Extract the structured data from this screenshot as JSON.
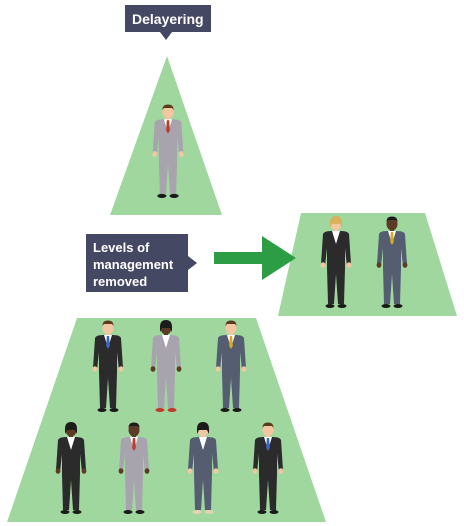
{
  "labels": {
    "delayering": "Delayering",
    "levels_line1": "Levels of",
    "levels_line2": "management",
    "levels_line3": "removed"
  },
  "colors": {
    "shape_fill": "#9fd79f",
    "callout_fill": "#454862",
    "arrow_fill": "#2d9d45",
    "skin_light": "#f2c6a0",
    "skin_dark": "#5b3a26",
    "suit_grey": "#a8a4ae",
    "suit_blue": "#555e70",
    "suit_black": "#2b2b2b"
  },
  "people": [
    {
      "id": "top-person",
      "suit": "#a8a4ae",
      "skin": "#f2c6a0",
      "hair": "#5a3a1c",
      "tie": "#c0392b"
    },
    {
      "id": "right-person-1",
      "suit": "#2b2b2b",
      "skin": "#f2c6a0",
      "hair": "#d8b25c",
      "tie": "",
      "female": true
    },
    {
      "id": "right-person-2",
      "suit": "#555e70",
      "skin": "#5b3a26",
      "hair": "#1c1c1c",
      "tie": "#d9a72a"
    },
    {
      "id": "base-person-1",
      "suit": "#2b2b2b",
      "skin": "#f2c6a0",
      "hair": "#5a3a1c",
      "tie": "#3a67c4"
    },
    {
      "id": "base-person-2",
      "suit": "#a8a4ae",
      "skin": "#5b3a26",
      "hair": "#1c1c1c",
      "tie": "",
      "female": true
    },
    {
      "id": "base-person-3",
      "suit": "#555e70",
      "skin": "#f2c6a0",
      "hair": "#5a3a1c",
      "tie": "#d9a72a"
    },
    {
      "id": "base-person-4",
      "suit": "#2b2b2b",
      "skin": "#5b3a26",
      "hair": "#1c1c1c",
      "tie": "",
      "female": true
    },
    {
      "id": "base-person-5",
      "suit": "#a8a4ae",
      "skin": "#5b3a26",
      "hair": "#1c1c1c",
      "tie": "#c0392b"
    },
    {
      "id": "base-person-6",
      "suit": "#555e70",
      "skin": "#f2c6a0",
      "hair": "#1c1c1c",
      "tie": "",
      "female": true
    },
    {
      "id": "base-person-7",
      "suit": "#2b2b2b",
      "skin": "#f2c6a0",
      "hair": "#5a3a1c",
      "tie": "#3a67c4"
    }
  ]
}
